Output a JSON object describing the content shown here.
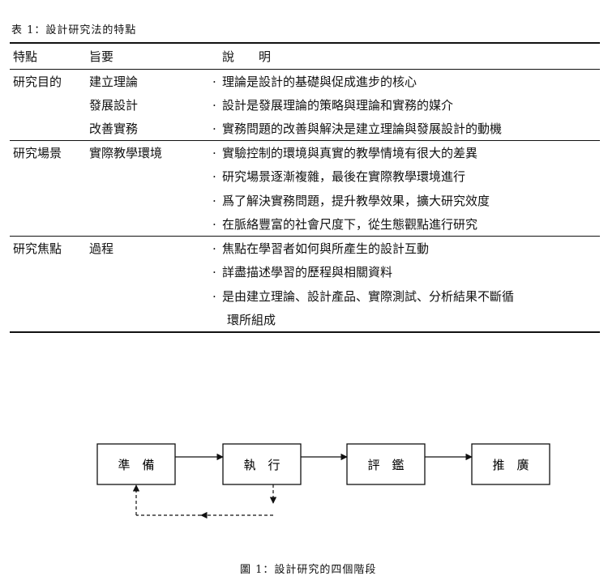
{
  "table": {
    "caption": "表 1：設計研究法的特點",
    "headers": [
      "特點",
      "旨要",
      "說　　明"
    ],
    "bullet": "·",
    "groups": [
      {
        "feature": "研究目的",
        "rows": [
          {
            "gist": "建立理論",
            "desc": "理論是設計的基礎與促成進步的核心"
          },
          {
            "gist": "發展設計",
            "desc": "設計是發展理論的策略與理論和實務的媒介"
          },
          {
            "gist": "改善實務",
            "desc": "實務問題的改善與解決是建立理論與發展設計的動機"
          }
        ]
      },
      {
        "feature": "研究場景",
        "rows": [
          {
            "gist": "實際教學環境",
            "desc": "實驗控制的環境與真實的教學情境有很大的差異"
          },
          {
            "gist": "",
            "desc": "研究場景逐漸複雜，最後在實際教學環境進行"
          },
          {
            "gist": "",
            "desc": "爲了解決實務問題，提升教學效果，擴大研究效度"
          },
          {
            "gist": "",
            "desc": "在脈絡豐富的社會尺度下，從生態觀點進行研究"
          }
        ]
      },
      {
        "feature": "研究焦點",
        "rows": [
          {
            "gist": "過程",
            "desc": "焦點在學習者如何與所產生的設計互動"
          },
          {
            "gist": "",
            "desc": "詳盡描述學習的歷程與相關資料"
          },
          {
            "gist": "",
            "desc": "是由建立理論、設計產品、實際測試、分析結果不斷循"
          }
        ],
        "continuation": "環所組成"
      }
    ]
  },
  "figure": {
    "boxes": [
      "準　備",
      "執　行",
      "評　鑑",
      "推　廣"
    ],
    "caption": "圖 1：設計研究的四個階段"
  }
}
